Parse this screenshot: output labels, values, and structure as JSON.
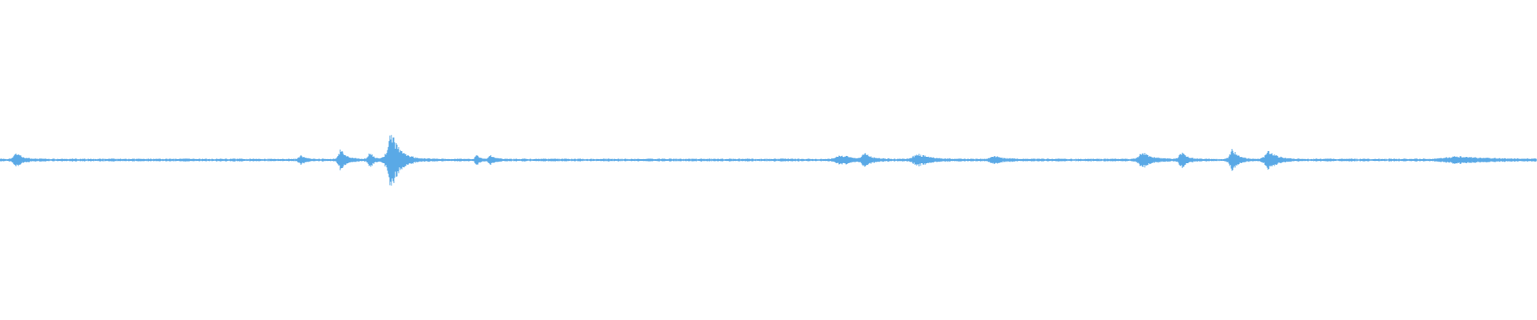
{
  "waveform": {
    "color": "#5aa9e6",
    "background": "#ffffff",
    "baseline_amplitude": 0.01,
    "bursts": [
      {
        "at": 0.011,
        "amplitude": 0.05,
        "spread": 0.004
      },
      {
        "at": 0.196,
        "amplitude": 0.03,
        "spread": 0.003
      },
      {
        "at": 0.222,
        "amplitude": 0.07,
        "spread": 0.004
      },
      {
        "at": 0.241,
        "amplitude": 0.05,
        "spread": 0.003
      },
      {
        "at": 0.255,
        "amplitude": 0.19,
        "spread": 0.006
      },
      {
        "at": 0.31,
        "amplitude": 0.04,
        "spread": 0.002
      },
      {
        "at": 0.319,
        "amplitude": 0.03,
        "spread": 0.003
      },
      {
        "at": 0.548,
        "amplitude": 0.03,
        "spread": 0.008
      },
      {
        "at": 0.563,
        "amplitude": 0.05,
        "spread": 0.004
      },
      {
        "at": 0.598,
        "amplitude": 0.04,
        "spread": 0.008
      },
      {
        "at": 0.647,
        "amplitude": 0.025,
        "spread": 0.006
      },
      {
        "at": 0.744,
        "amplitude": 0.05,
        "spread": 0.006
      },
      {
        "at": 0.769,
        "amplitude": 0.05,
        "spread": 0.004
      },
      {
        "at": 0.802,
        "amplitude": 0.08,
        "spread": 0.004
      },
      {
        "at": 0.826,
        "amplitude": 0.06,
        "spread": 0.006
      },
      {
        "at": 0.95,
        "amplitude": 0.02,
        "spread": 0.02
      }
    ]
  }
}
